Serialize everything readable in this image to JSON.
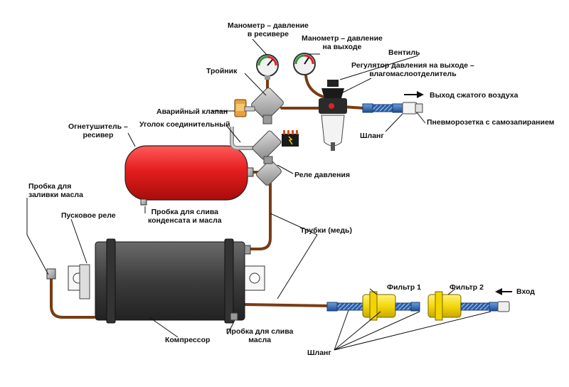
{
  "labels": {
    "gauge_receiver": "Манометр – давление\nв ресивере",
    "gauge_output": "Манометр – давление\nна выходе",
    "valve": "Вентиль",
    "regulator": "Регулятор давления на выходе –\nвлагомаслоотделитель",
    "tee": "Тройник",
    "output_air": "Выход сжатого воздуха",
    "emergency_valve": "Аварийный клапан",
    "corner_fitting": "Уголок соединительный",
    "quick_coupler": "Пневморозетка с самозапиранием",
    "hose_top": "Шланг",
    "receiver": "Огнетушитель –\nресивер",
    "pressure_switch": "Реле давления",
    "oil_fill_plug": "Пробка для\nзаливки масла",
    "condensate_plug": "Пробка для слива\nконденсата и масла",
    "start_relay": "Пусковое реле",
    "tubes": "Трубки (медь)",
    "filter1": "Фильтр 1",
    "filter2": "Фильтр 2",
    "input": "Вход",
    "compressor": "Компрессор",
    "oil_drain_plug": "Пробка для слива\nмасла",
    "hose_bottom": "Шланг"
  },
  "colors": {
    "pipe": "#7a3c14",
    "receiver": "#e62020",
    "compressor": "#4a4a4a",
    "filter": "#f5dd10",
    "hose": "#2c5fa8",
    "fitting": "#a8a8a8",
    "relay": "#e8a13a"
  }
}
